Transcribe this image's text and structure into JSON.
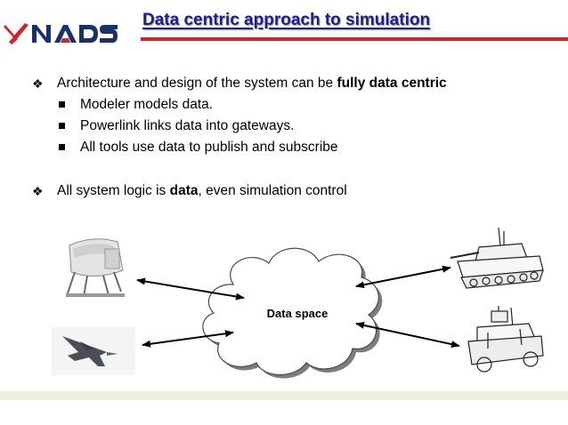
{
  "header": {
    "logo_text": "NADS",
    "title": "Data centric approach to simulation",
    "accent_color": "#d6202a",
    "title_color": "#1f1f8c"
  },
  "bullets": {
    "b1_pre": "Architecture and design of the system can be ",
    "b1_bold": "fully data centric",
    "sub": [
      "Modeler models data.",
      "Powerlink links data into gateways.",
      "All tools use data to publish and subscribe"
    ],
    "b2_pre": "All system logic is ",
    "b2_bold": "data",
    "b2_post": ", even simulation control"
  },
  "diagram": {
    "cloud_label": "Data space",
    "icons": [
      "simulator-image",
      "fighter-jet-image",
      "tank-image",
      "armored-vehicle-image"
    ]
  }
}
